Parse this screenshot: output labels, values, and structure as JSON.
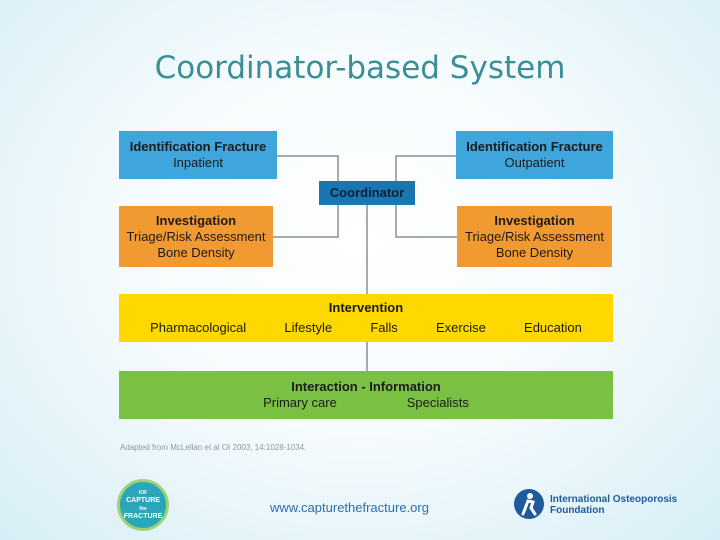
{
  "title": "Coordinator-based System",
  "boxes": {
    "id_inpatient": {
      "title": "Identification Fracture",
      "subtitle": "Inpatient"
    },
    "id_outpatient": {
      "title": "Identification Fracture",
      "subtitle": "Outpatient"
    },
    "coordinator": "Coordinator",
    "inv_left": {
      "title": "Investigation",
      "line1": "Triage/Risk Assessment",
      "line2": "Bone Density"
    },
    "inv_right": {
      "title": "Investigation",
      "line1": "Triage/Risk Assessment",
      "line2": "Bone Density"
    },
    "intervention": {
      "title": "Intervention",
      "items": [
        "Pharmacological",
        "Lifestyle",
        "Falls",
        "Exercise",
        "Education"
      ]
    },
    "interaction": {
      "title": "Interaction - Information",
      "items": [
        "Primary care",
        "Specialists"
      ]
    }
  },
  "source": "Adapted from McLellan et al OI  2003, 14:1028-1034.",
  "footer": {
    "url": "www.capturethefracture.org",
    "ctf_logo": {
      "top": "IOF",
      "line1": "CAPTURE",
      "the": "the",
      "line2": "FRACTURE"
    },
    "iof_logo": {
      "line1": "International Osteoporosis",
      "line2": "Foundation"
    }
  },
  "colors": {
    "title": "#3a8f97",
    "blue": "#3ea6dc",
    "coordinator": "#1976b0",
    "orange": "#f29a32",
    "yellow": "#ffd800",
    "green": "#7ac143"
  }
}
